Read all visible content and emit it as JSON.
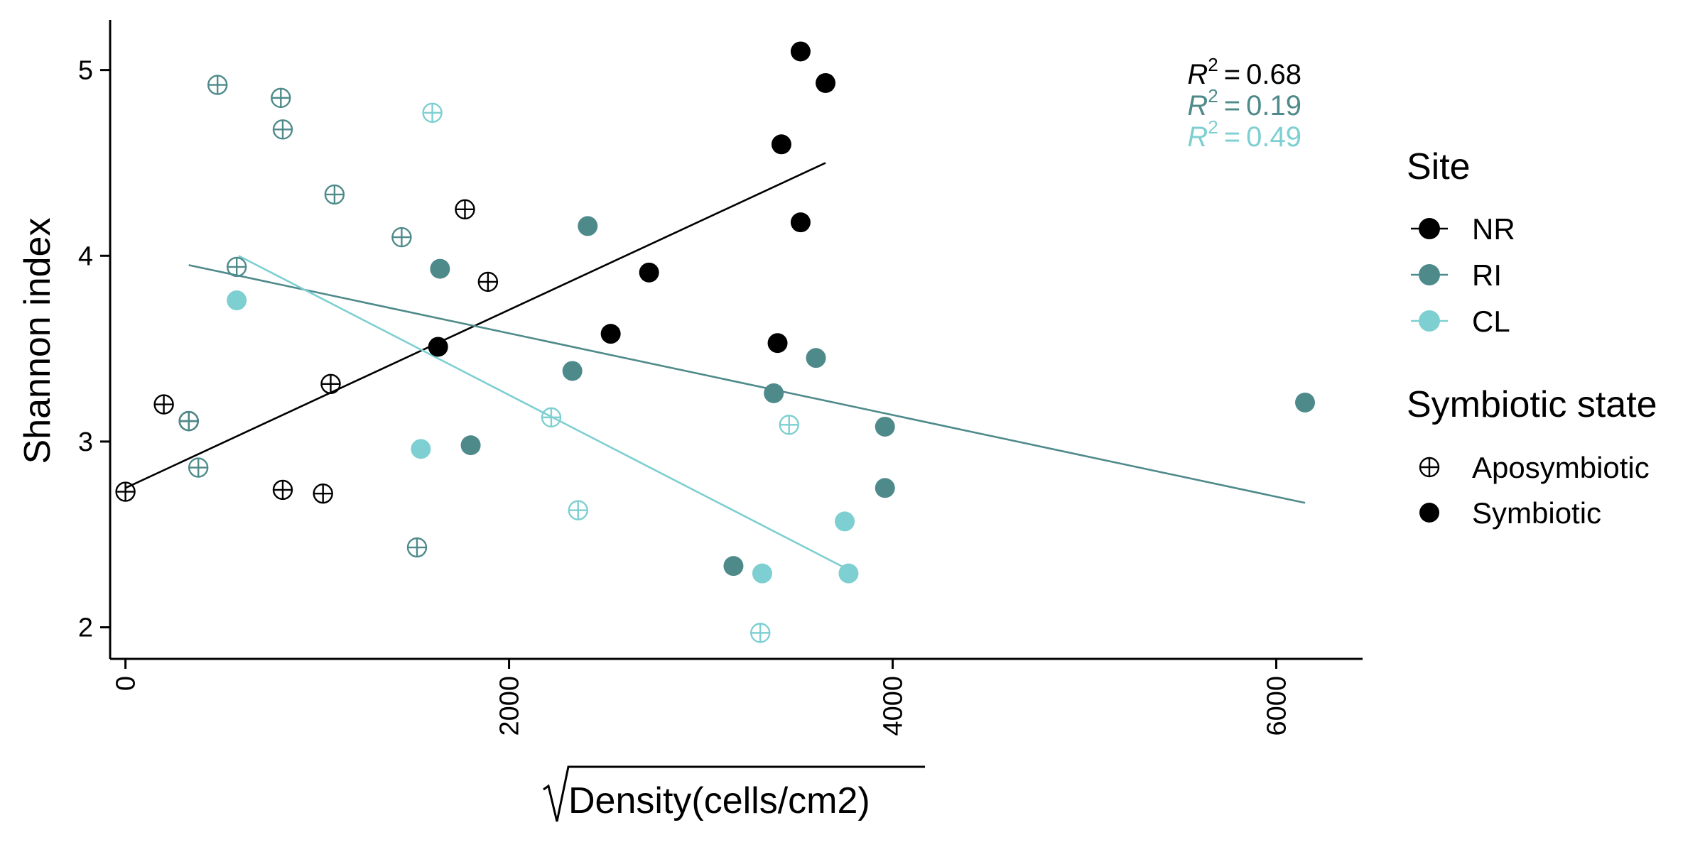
{
  "chart_data": {
    "type": "scatter",
    "xlabel_radicand": "Density(cells/cm2)",
    "ylabel": "Shannon index",
    "xlim": [
      -80,
      6450
    ],
    "ylim": [
      1.83,
      5.27
    ],
    "x_ticks": [
      0,
      2000,
      4000,
      6000
    ],
    "y_ticks": [
      2,
      3,
      4,
      5
    ],
    "grid": false,
    "colors": {
      "NR": "#000000",
      "RI": "#4f8a8b",
      "CL": "#7ecfd1"
    },
    "legend_site": {
      "title": "Site",
      "items": [
        {
          "label": "NR",
          "color": "#000000"
        },
        {
          "label": "RI",
          "color": "#4f8a8b"
        },
        {
          "label": "CL",
          "color": "#7ecfd1"
        }
      ]
    },
    "legend_state": {
      "title": "Symbiotic state",
      "items": [
        {
          "label": "Aposymbiotic",
          "shape": "circle-plus"
        },
        {
          "label": "Symbiotic",
          "shape": "filled-circle"
        }
      ]
    },
    "r2_labels": [
      {
        "site": "NR",
        "value": "0.68"
      },
      {
        "site": "RI",
        "value": "0.19"
      },
      {
        "site": "CL",
        "value": "0.49"
      }
    ],
    "fit_lines": [
      {
        "site": "NR",
        "x": [
          0,
          3650
        ],
        "y": [
          2.75,
          4.5
        ]
      },
      {
        "site": "RI",
        "x": [
          330,
          6150
        ],
        "y": [
          3.95,
          2.67
        ]
      },
      {
        "site": "CL",
        "x": [
          590,
          3770
        ],
        "y": [
          4.0,
          2.31
        ]
      }
    ],
    "points": [
      {
        "site": "NR",
        "state": "Aposymbiotic",
        "x": 0,
        "y": 2.73
      },
      {
        "site": "NR",
        "state": "Aposymbiotic",
        "x": 200,
        "y": 3.2
      },
      {
        "site": "NR",
        "state": "Aposymbiotic",
        "x": 330,
        "y": 3.11
      },
      {
        "site": "NR",
        "state": "Aposymbiotic",
        "x": 820,
        "y": 2.74
      },
      {
        "site": "NR",
        "state": "Aposymbiotic",
        "x": 1030,
        "y": 2.72
      },
      {
        "site": "NR",
        "state": "Aposymbiotic",
        "x": 1070,
        "y": 3.31
      },
      {
        "site": "NR",
        "state": "Aposymbiotic",
        "x": 1770,
        "y": 4.25
      },
      {
        "site": "NR",
        "state": "Aposymbiotic",
        "x": 1890,
        "y": 3.86
      },
      {
        "site": "NR",
        "state": "Symbiotic",
        "x": 1630,
        "y": 3.51
      },
      {
        "site": "NR",
        "state": "Symbiotic",
        "x": 2530,
        "y": 3.58
      },
      {
        "site": "NR",
        "state": "Symbiotic",
        "x": 2730,
        "y": 3.91
      },
      {
        "site": "NR",
        "state": "Symbiotic",
        "x": 3400,
        "y": 3.53
      },
      {
        "site": "NR",
        "state": "Symbiotic",
        "x": 3420,
        "y": 4.6
      },
      {
        "site": "NR",
        "state": "Symbiotic",
        "x": 3520,
        "y": 5.1
      },
      {
        "site": "NR",
        "state": "Symbiotic",
        "x": 3520,
        "y": 4.18
      },
      {
        "site": "NR",
        "state": "Symbiotic",
        "x": 3650,
        "y": 4.93
      },
      {
        "site": "RI",
        "state": "Aposymbiotic",
        "x": 330,
        "y": 3.11
      },
      {
        "site": "RI",
        "state": "Aposymbiotic",
        "x": 380,
        "y": 2.86
      },
      {
        "site": "RI",
        "state": "Aposymbiotic",
        "x": 480,
        "y": 4.92
      },
      {
        "site": "RI",
        "state": "Aposymbiotic",
        "x": 580,
        "y": 3.94
      },
      {
        "site": "RI",
        "state": "Aposymbiotic",
        "x": 810,
        "y": 4.85
      },
      {
        "site": "RI",
        "state": "Aposymbiotic",
        "x": 820,
        "y": 4.68
      },
      {
        "site": "RI",
        "state": "Aposymbiotic",
        "x": 1090,
        "y": 4.33
      },
      {
        "site": "RI",
        "state": "Aposymbiotic",
        "x": 1440,
        "y": 4.1
      },
      {
        "site": "RI",
        "state": "Aposymbiotic",
        "x": 1520,
        "y": 2.43
      },
      {
        "site": "RI",
        "state": "Symbiotic",
        "x": 1640,
        "y": 3.93
      },
      {
        "site": "RI",
        "state": "Symbiotic",
        "x": 1800,
        "y": 2.98
      },
      {
        "site": "RI",
        "state": "Symbiotic",
        "x": 2330,
        "y": 3.38
      },
      {
        "site": "RI",
        "state": "Symbiotic",
        "x": 2410,
        "y": 4.16
      },
      {
        "site": "RI",
        "state": "Symbiotic",
        "x": 3170,
        "y": 2.33
      },
      {
        "site": "RI",
        "state": "Symbiotic",
        "x": 3380,
        "y": 3.26
      },
      {
        "site": "RI",
        "state": "Symbiotic",
        "x": 3600,
        "y": 3.45
      },
      {
        "site": "RI",
        "state": "Symbiotic",
        "x": 3960,
        "y": 3.08
      },
      {
        "site": "RI",
        "state": "Symbiotic",
        "x": 3960,
        "y": 2.75
      },
      {
        "site": "RI",
        "state": "Symbiotic",
        "x": 6150,
        "y": 3.21
      },
      {
        "site": "CL",
        "state": "Aposymbiotic",
        "x": 1600,
        "y": 4.77
      },
      {
        "site": "CL",
        "state": "Aposymbiotic",
        "x": 2220,
        "y": 3.13
      },
      {
        "site": "CL",
        "state": "Aposymbiotic",
        "x": 2360,
        "y": 2.63
      },
      {
        "site": "CL",
        "state": "Aposymbiotic",
        "x": 3310,
        "y": 1.97
      },
      {
        "site": "CL",
        "state": "Aposymbiotic",
        "x": 3460,
        "y": 3.09
      },
      {
        "site": "CL",
        "state": "Symbiotic",
        "x": 580,
        "y": 3.76
      },
      {
        "site": "CL",
        "state": "Symbiotic",
        "x": 1540,
        "y": 2.96
      },
      {
        "site": "CL",
        "state": "Symbiotic",
        "x": 3320,
        "y": 2.29
      },
      {
        "site": "CL",
        "state": "Symbiotic",
        "x": 3750,
        "y": 2.57
      },
      {
        "site": "CL",
        "state": "Symbiotic",
        "x": 3770,
        "y": 2.29
      }
    ]
  }
}
